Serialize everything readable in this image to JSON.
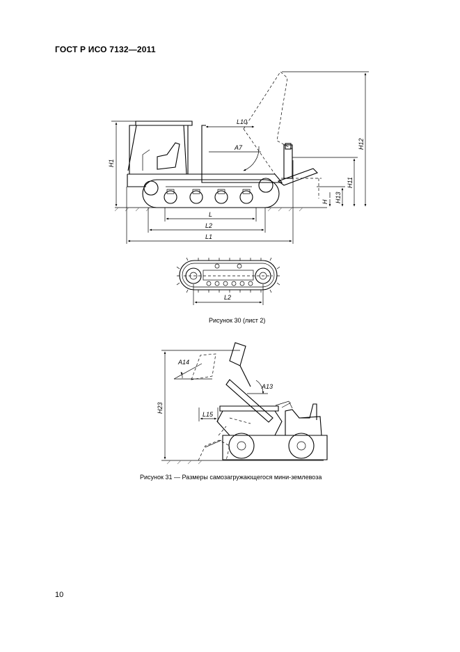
{
  "header": {
    "title": "ГОСТ Р ИСО 7132—2011"
  },
  "figure30": {
    "labels": {
      "H1": "H1",
      "L10": "L10",
      "A7": "A7",
      "H12": "H12",
      "H11": "H11",
      "H13": "H13",
      "H": "H",
      "L": "L",
      "L2": "L2",
      "L1": "L1",
      "L2_bottom": "L2"
    },
    "caption": "Рисунок 30 (лист 2)"
  },
  "figure31": {
    "labels": {
      "A14": "A14",
      "A13": "A13",
      "H23": "H23",
      "L15": "L15"
    },
    "caption": "Рисунок 31 — Размеры самозагружающегося мини-землевоза"
  },
  "footer": {
    "page_number": "10"
  }
}
